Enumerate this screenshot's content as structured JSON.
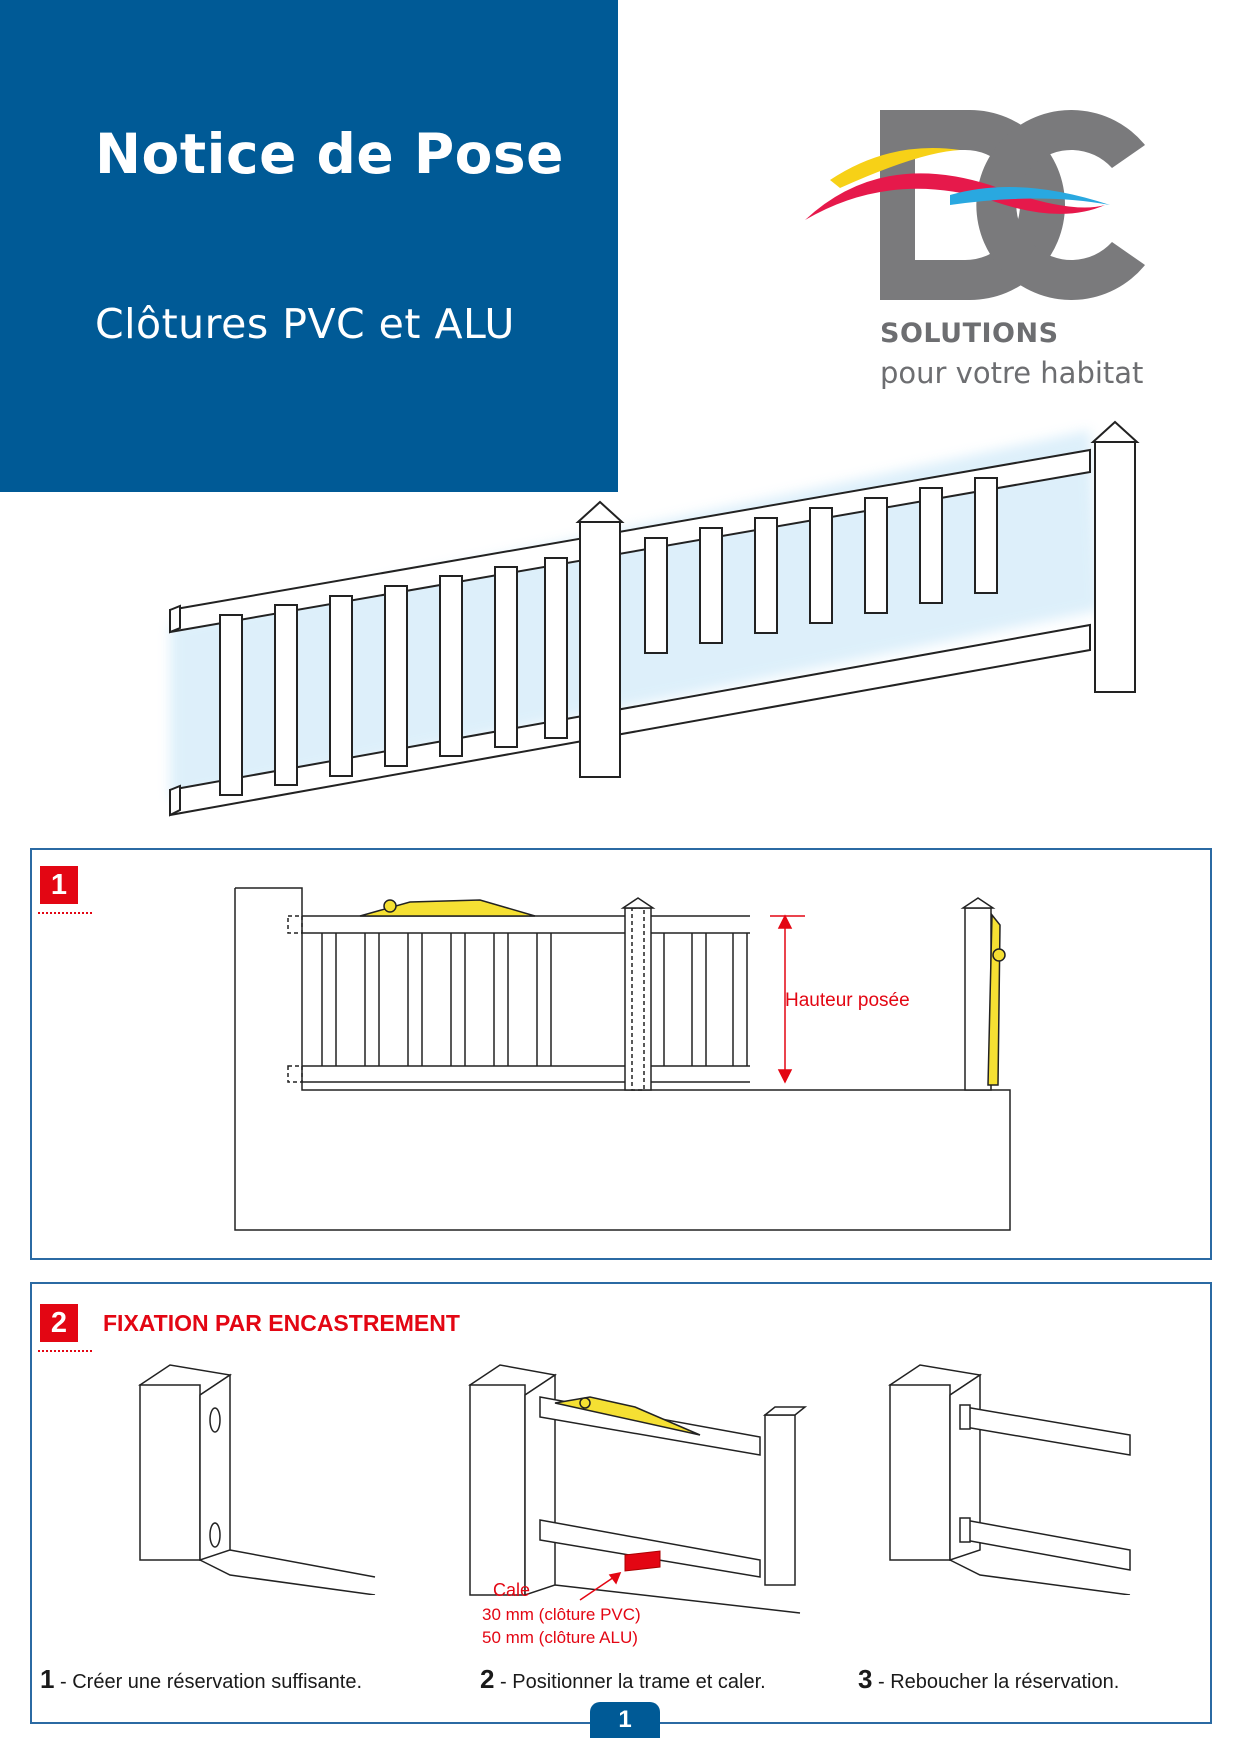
{
  "header": {
    "title": "Notice de Pose",
    "subtitle": "Clôtures PVC et ALU",
    "color": "#005a96"
  },
  "brand": {
    "logo_text": "DC",
    "line1": "SOLUTIONS",
    "line2": "pour votre habitat",
    "logo_gray": "#7a7a7c",
    "swoosh_colors": [
      "#f7d117",
      "#e6194b",
      "#29a8e0"
    ]
  },
  "step1": {
    "number": "1",
    "height_label": "Hauteur  posée"
  },
  "step2": {
    "number": "2",
    "heading": "FIXATION PAR ENCASTREMENT",
    "cale": {
      "label": "Cale",
      "pvc": "30 mm (clôture PVC)",
      "alu": "50 mm (clôture ALU)"
    },
    "captions": [
      {
        "num": "1",
        "text": " - Créer une réservation suffisante."
      },
      {
        "num": "2",
        "text": " - Positionner la trame et caler."
      },
      {
        "num": "3",
        "text": " - Reboucher la réservation."
      }
    ]
  },
  "page": {
    "number": "1"
  },
  "accent_red": "#e30613",
  "icons": [
    "logo",
    "fence-illustration",
    "spirit-level-icon",
    "post-cap-icon"
  ]
}
